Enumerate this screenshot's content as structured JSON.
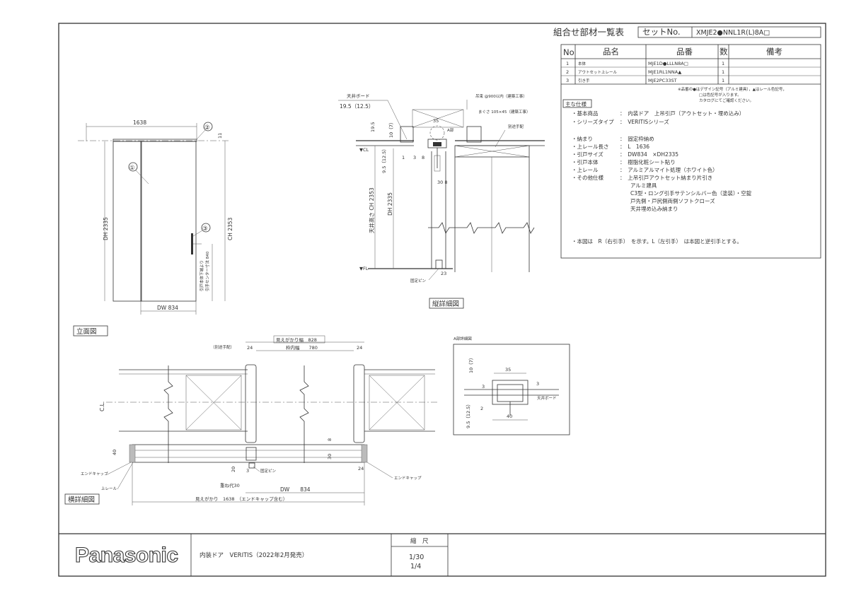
{
  "title_block": {
    "parts_list_title": "組合せ部材一覧表",
    "set_no_label": "セットNo.",
    "set_no_value": "XMJE2●NNL1R(L)8A□"
  },
  "parts_table": {
    "headers": {
      "no": "No",
      "name": "品名",
      "code": "品番",
      "qty": "数",
      "remarks": "備考"
    },
    "rows": [
      {
        "no": "1",
        "name": "本体",
        "code": "MJE1D●LLLN8A□",
        "qty": "1"
      },
      {
        "no": "2",
        "name": "アウトセット上レール",
        "code": "MJE1RL1NNA▲",
        "qty": "1"
      },
      {
        "no": "3",
        "name": "引き手",
        "code": "MJE2PC33ST",
        "qty": "1"
      }
    ]
  },
  "notes": {
    "line1": "※品番の●はデザイン記号（アルミ建具），▲はレール色記号，",
    "line2": "□は色記号が入ります。",
    "line3": "カタログにてご確認ください。"
  },
  "specs": {
    "heading": "主な仕様",
    "items": [
      {
        "label": "・基本商品",
        "value": "：　内装ドア　上吊引戸（アウトセット・埋め込み）"
      },
      {
        "label": "・シリーズタイプ",
        "value": "：　VERITISシリーズ"
      },
      {
        "label": "・納まり",
        "value": "：　固定枠納め"
      },
      {
        "label": "・上レール長さ",
        "value": "：　L　1636"
      },
      {
        "label": "・引戸サイズ",
        "value": "：　DW834　×DH2335"
      },
      {
        "label": "・引戸本体",
        "value": "：　樹脂化粧シート貼り"
      },
      {
        "label": "・上レール",
        "value": "：　アルミアルマイト処理（ホワイト色）"
      },
      {
        "label": "・その他仕様",
        "value": "：　上吊引戸アウトセット納まり片引き"
      }
    ],
    "extra_lines": [
      "アルミ建具",
      "C3型・ロング引手サテンシルバー色（塗装）・空錠",
      "戸先側・戸尻側両側ソフトクローズ",
      "天井埋め込み納まり"
    ],
    "direction_note": "・本図は　R（右引手）　を示す。L（左引手）　は本図と逆引手とする。"
  },
  "elevation": {
    "title": "立面図",
    "dim_top": "1638",
    "dim_dh": "DH 2335",
    "dim_ch": "CH 2353",
    "dim_dw": "DW 834",
    "dim_11": "11",
    "dim_handle": "引手センター寸法 840",
    "dim_handle_note": "引戸本体下端より",
    "callouts": [
      "①",
      "②",
      "③"
    ]
  },
  "vertical_section": {
    "title": "縦詳細図",
    "ceiling_board": "天井ボード",
    "ceiling_dim": "19.5（12.5）",
    "hanger_note": "吊束 @900以内（建築工事）",
    "furring_note": "まぐさ 105×45（建築工事）",
    "detail_a": "A部",
    "separate_work": "別途手配",
    "cl": "▼CL",
    "fl": "▼FL",
    "dim_195": "19.5",
    "dim_10": "10（7）",
    "dim_35": "35",
    "dim_95": "9.5（12.5）",
    "dim_1": "1",
    "dim_3": "3",
    "dim_8": "8",
    "dim_30_8": "30 8",
    "dim_dh": "DH 2335",
    "dim_ch": "天井高さ CH 2353",
    "dim_23": "23",
    "fixed_pin": "固定ピン"
  },
  "detail_a": {
    "title": "A部詳細図",
    "dim_35": "35",
    "dim_10": "10（7）",
    "dim_3a": "3",
    "dim_3b": "3",
    "dim_2": "2",
    "dim_95": "9.5（12.5）",
    "dim_40": "40",
    "ceiling_board": "天井ボード"
  },
  "horizontal_section": {
    "title": "横詳細図",
    "visible_width": "見えがかり幅　828",
    "separate_work": "（別途手配）",
    "inner_width": "枠内幅　　780",
    "dim_24a": "24",
    "dim_24b": "24",
    "dim_24c": "24",
    "cl": "C.L.",
    "dim_40": "40",
    "dim_8": "8",
    "dim_30": "30",
    "dim_20": "20",
    "dim_3": "3",
    "end_cap_left": "エンドキャップ",
    "end_cap_right": "エンドキャップ",
    "upper_rail": "上レール",
    "overlap": "重ね代30",
    "fixed_pin": "固定ピン",
    "dim_dw": "DW　　834",
    "dim_total": "見えがかり　1638　（エンドキャップ含む）"
  },
  "footer": {
    "brand": "Panasonic",
    "product": "内装ドア　VERITIS（2022年2月発売）",
    "scale_label": "縮　尺",
    "scale_1": "1/30",
    "scale_2": "1/4"
  }
}
